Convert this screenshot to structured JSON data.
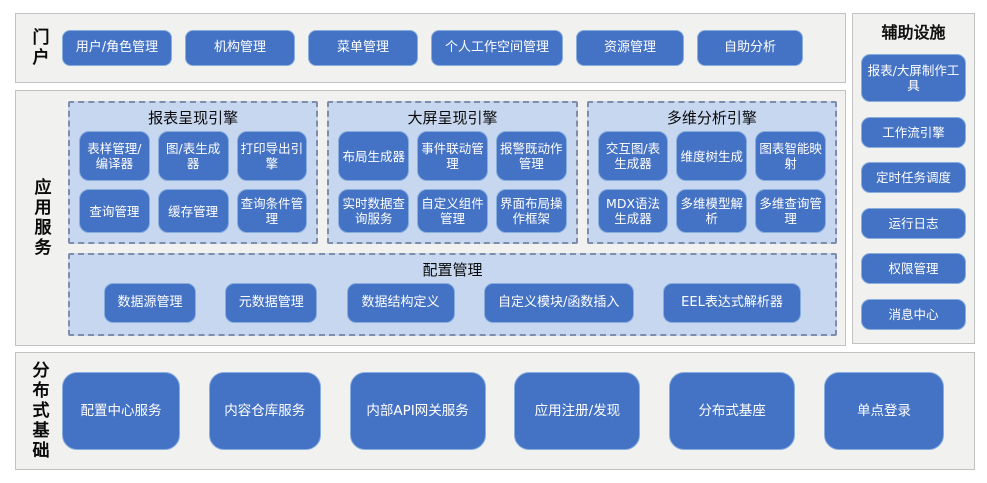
{
  "colors": {
    "button_blue": "#4472c4",
    "button_border": "#88aede",
    "panel_light_blue": "#c7d7f0",
    "panel_dashed_border": "#7f8cab",
    "section_bg": "#f1f1f0",
    "section_border": "#c2c2c2",
    "button_text": "#ffffff",
    "heading_text": "#0a0a0a"
  },
  "portal": {
    "label": "门户",
    "items": [
      "用户/角色管理",
      "机构管理",
      "菜单管理",
      "个人工作空间管理",
      "资源管理",
      "自助分析"
    ]
  },
  "app_services": {
    "label": "应用服务",
    "engines": [
      {
        "title": "报表呈现引擎",
        "items": [
          "表样管理/编译器",
          "图/表生成器",
          "打印导出引擎",
          "查询管理",
          "缓存管理",
          "查询条件管理"
        ]
      },
      {
        "title": "大屏呈现引擎",
        "items": [
          "布局生成器",
          "事件联动管理",
          "报警既动作管理",
          "实时数据查询服务",
          "自定义组件管理",
          "界面布局操作框架"
        ]
      },
      {
        "title": "多维分析引擎",
        "items": [
          "交互图/表生成器",
          "维度树生成",
          "图表智能映射",
          "MDX语法生成器",
          "多维模型解析",
          "多维查询管理"
        ]
      }
    ],
    "config": {
      "title": "配置管理",
      "items": [
        "数据源管理",
        "元数据管理",
        "数据结构定义",
        "自定义模块/函数插入",
        "EEL表达式解析器"
      ]
    }
  },
  "distributed": {
    "label": "分布式基础",
    "items": [
      "配置中心服务",
      "内容仓库服务",
      "内部API网关服务",
      "应用注册/发现",
      "分布式基座",
      "单点登录"
    ]
  },
  "auxiliary": {
    "title": "辅助设施",
    "items": [
      "报表/大屏制作工具",
      "工作流引擎",
      "定时任务调度",
      "运行日志",
      "权限管理",
      "消息中心"
    ]
  }
}
